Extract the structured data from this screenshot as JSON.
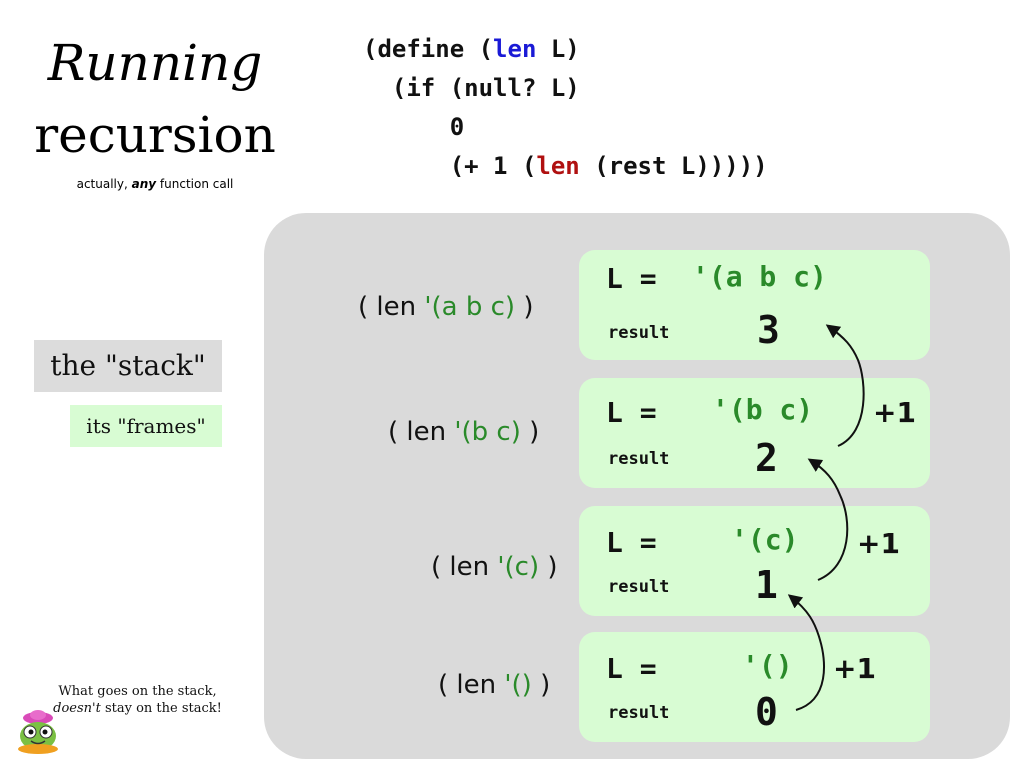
{
  "title": {
    "line1": "Running",
    "line2": "recursion"
  },
  "subtitle": {
    "prefix": "actually, ",
    "emphasis": "any",
    "suffix": " function call"
  },
  "code": {
    "l1_a": "(define (",
    "l1_fn": "len",
    "l1_b": " L)",
    "l2": "  (if (null? L)",
    "l3": "      0",
    "l4_a": "      (+ 1 (",
    "l4_fn": "len",
    "l4_b": " (rest L)))))"
  },
  "stack_label": "the \"stack\"",
  "frames_label": "its \"frames\"",
  "calls": [
    {
      "open": "( len  ",
      "arg": "'(a b c)",
      "close": " )"
    },
    {
      "open": "( len  ",
      "arg": "'(b c)",
      "close": " )"
    },
    {
      "open": "( len ",
      "arg": "'(c)",
      "close": " )"
    },
    {
      "open": "( len  ",
      "arg": "'()",
      "close": " )"
    }
  ],
  "frames": [
    {
      "l_label": "L =",
      "l_value": "'(a b c)",
      "result_label": "result",
      "result": "3",
      "increment": ""
    },
    {
      "l_label": "L =",
      "l_value": "'(b c)",
      "result_label": "result",
      "result": "2",
      "increment": "+1"
    },
    {
      "l_label": "L =",
      "l_value": "'(c)",
      "result_label": "result",
      "result": "1",
      "increment": "+1"
    },
    {
      "l_label": "L =",
      "l_value": "'()",
      "result_label": "result",
      "result": "0",
      "increment": "+1"
    }
  ],
  "note": {
    "line1": "What goes on the stack,",
    "emphasis": "doesn't",
    "line2_rest": " stay on the stack!"
  }
}
